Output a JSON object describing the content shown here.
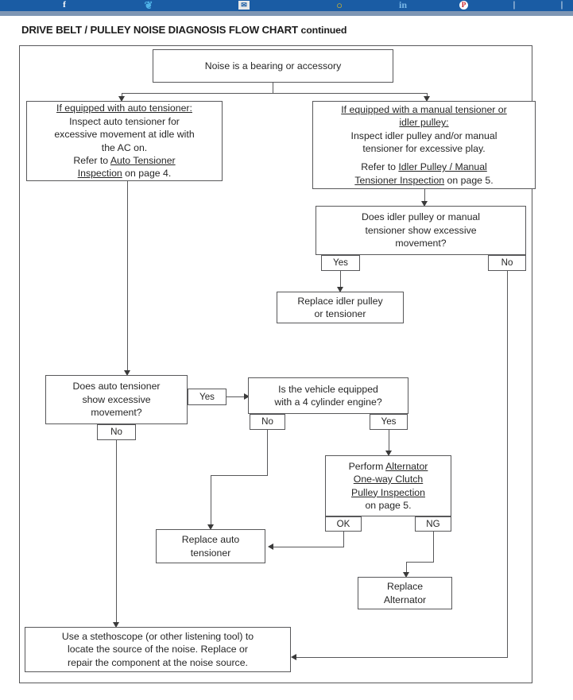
{
  "topbar": {
    "icons": [
      {
        "name": "facebook-share-icon",
        "glyph": "f"
      },
      {
        "name": "twitter-share-icon",
        "glyph": "❦"
      },
      {
        "name": "email-share-icon",
        "glyph": "✉"
      },
      {
        "name": "google-plus-share-icon",
        "glyph": "○"
      },
      {
        "name": "linkedin-share-icon",
        "glyph": "in"
      },
      {
        "name": "pinterest-share-icon",
        "glyph": "P"
      },
      {
        "name": "share-icon-a",
        "glyph": "|"
      },
      {
        "name": "share-icon-b",
        "glyph": "|"
      }
    ]
  },
  "page": {
    "title_main": "DRIVE BELT / PULLEY NOISE DIAGNOSIS FLOW CHART",
    "title_suffix": "continued"
  },
  "chart_data": {
    "type": "diagram",
    "title": "DRIVE BELT / PULLEY NOISE DIAGNOSIS FLOW CHART continued",
    "nodes": [
      {
        "id": "start",
        "text": "Noise is a bearing or accessory"
      },
      {
        "id": "auto_tensioner_branch",
        "line1": "If equipped with auto tensioner:",
        "line2": "Inspect auto tensioner for",
        "line3": "excessive movement at idle with",
        "line4": "the AC on.",
        "line5_pre": "Refer to ",
        "line5_link": "Auto Tensioner",
        "line6_link": "Inspection",
        "line6_post": " on page 4."
      },
      {
        "id": "manual_tensioner_branch",
        "line1": "If equipped with a manual tensioner or",
        "line2": "idler pulley:",
        "line3": "Inspect idler pulley and/or manual",
        "line4": "tensioner for excessive play.",
        "line5_pre": "Refer to ",
        "line5_link": "Idler Pulley / Manual",
        "line6_link": "Tensioner Inspection",
        "line6_post": " on page 5."
      },
      {
        "id": "idler_decision",
        "line1": "Does idler pulley or manual",
        "line2": "tensioner show excessive",
        "line3": "movement?",
        "yes": "Yes",
        "no": "No"
      },
      {
        "id": "replace_idler",
        "line1": "Replace idler pulley",
        "line2": "or tensioner"
      },
      {
        "id": "auto_decision",
        "line1": "Does auto tensioner",
        "line2": "show excessive",
        "line3": "movement?",
        "yes": "Yes",
        "no": "No"
      },
      {
        "id": "cylinder_decision",
        "line1": "Is the vehicle equipped",
        "line2": "with a 4 cylinder engine?",
        "yes": "Yes",
        "no": "No"
      },
      {
        "id": "alternator_inspection",
        "line1_pre": "Perform ",
        "line1_link": "Alternator",
        "line2_link": "One-way Clutch",
        "line3_link": "Pulley Inspection",
        "line4": "on page 5.",
        "ok": "OK",
        "ng": "NG"
      },
      {
        "id": "replace_auto_tensioner",
        "line1": "Replace auto",
        "line2": "tensioner"
      },
      {
        "id": "replace_alternator",
        "line1": "Replace",
        "line2": "Alternator"
      },
      {
        "id": "stethoscope",
        "line1": "Use a stethoscope (or other listening tool) to",
        "line2": "locate the source of the noise. Replace or",
        "line3": "repair the component at the noise source."
      }
    ],
    "edges": [
      {
        "from": "start",
        "to": "auto_tensioner_branch",
        "label": ""
      },
      {
        "from": "start",
        "to": "manual_tensioner_branch",
        "label": ""
      },
      {
        "from": "auto_tensioner_branch",
        "to": "auto_decision",
        "label": ""
      },
      {
        "from": "manual_tensioner_branch",
        "to": "idler_decision",
        "label": ""
      },
      {
        "from": "idler_decision",
        "to": "replace_idler",
        "label": "Yes"
      },
      {
        "from": "idler_decision",
        "to": "stethoscope",
        "label": "No"
      },
      {
        "from": "auto_decision",
        "to": "cylinder_decision",
        "label": "Yes"
      },
      {
        "from": "auto_decision",
        "to": "stethoscope",
        "label": "No"
      },
      {
        "from": "cylinder_decision",
        "to": "replace_auto_tensioner",
        "label": "No"
      },
      {
        "from": "cylinder_decision",
        "to": "alternator_inspection",
        "label": "Yes"
      },
      {
        "from": "alternator_inspection",
        "to": "replace_auto_tensioner",
        "label": "OK"
      },
      {
        "from": "alternator_inspection",
        "to": "replace_alternator",
        "label": "NG"
      }
    ],
    "colors": {
      "line": "#58585a",
      "text": "#262626",
      "background": "#ffffff",
      "topbar": "#1a5ca4"
    }
  }
}
